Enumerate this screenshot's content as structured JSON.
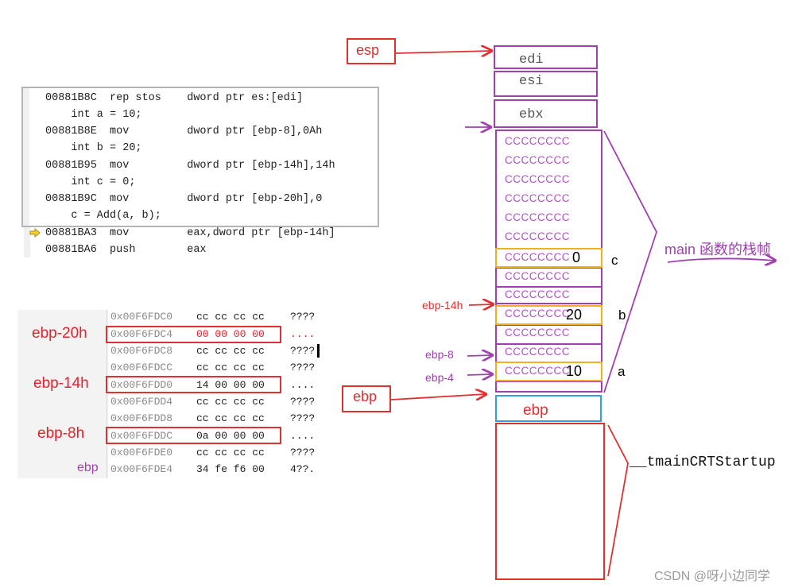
{
  "disassembly": {
    "lines": [
      "00881B8C  rep stos    dword ptr es:[edi]",
      "    int a = 10;",
      "00881B8E  mov         dword ptr [ebp-8],0Ah",
      "    int b = 20;",
      "00881B95  mov         dword ptr [ebp-14h],14h",
      "    int c = 0;",
      "00881B9C  mov         dword ptr [ebp-20h],0",
      "    c = Add(a, b);",
      "00881BA3  mov         eax,dword ptr [ebp-14h]",
      "00881BA6  push        eax"
    ]
  },
  "memory": {
    "rows": [
      {
        "addr": "0x00F6FDC0",
        "bytes": "cc cc cc cc",
        "ascii": "????"
      },
      {
        "addr": "0x00F6FDC4",
        "bytes": "00 00 00 00",
        "ascii": "...."
      },
      {
        "addr": "0x00F6FDC8",
        "bytes": "cc cc cc cc",
        "ascii": "????"
      },
      {
        "addr": "0x00F6FDCC",
        "bytes": "cc cc cc cc",
        "ascii": "????"
      },
      {
        "addr": "0x00F6FDD0",
        "bytes": "14 00 00 00",
        "ascii": "...."
      },
      {
        "addr": "0x00F6FDD4",
        "bytes": "cc cc cc cc",
        "ascii": "????"
      },
      {
        "addr": "0x00F6FDD8",
        "bytes": "cc cc cc cc",
        "ascii": "????"
      },
      {
        "addr": "0x00F6FDDC",
        "bytes": "0a 00 00 00",
        "ascii": "...."
      },
      {
        "addr": "0x00F6FDE0",
        "bytes": "cc cc cc cc",
        "ascii": "????"
      },
      {
        "addr": "0x00F6FDE4",
        "bytes": "34 fe f6 00",
        "ascii": "4??."
      }
    ],
    "labels": {
      "ebp20": "ebp-20h",
      "ebp14": "ebp-14h",
      "ebp8": "ebp-8h",
      "ebp": "ebp"
    }
  },
  "stack": {
    "edi": "edi",
    "esi": "esi",
    "ebx": "ebx",
    "fill": "CCCCCCCC",
    "val_c": "0",
    "val_b": "20",
    "val_a": "10",
    "var_c": "c",
    "var_b": "b",
    "var_a": "a",
    "ebp_slot": "ebp",
    "ptr_esp": "esp",
    "ptr_ebp": "ebp",
    "ptr_ebp14": "ebp-14h",
    "ptr_ebp8": "ebp-8",
    "ptr_ebp4": "ebp-4",
    "frame_label": "main 函数的栈帧",
    "crt_label": "__tmainCRTStartup"
  },
  "watermark": "CSDN @呀小边同学",
  "colors": {
    "purple": "#a040b0",
    "red": "#e03030",
    "yellow": "#f0b020",
    "blue": "#30a0e0"
  }
}
